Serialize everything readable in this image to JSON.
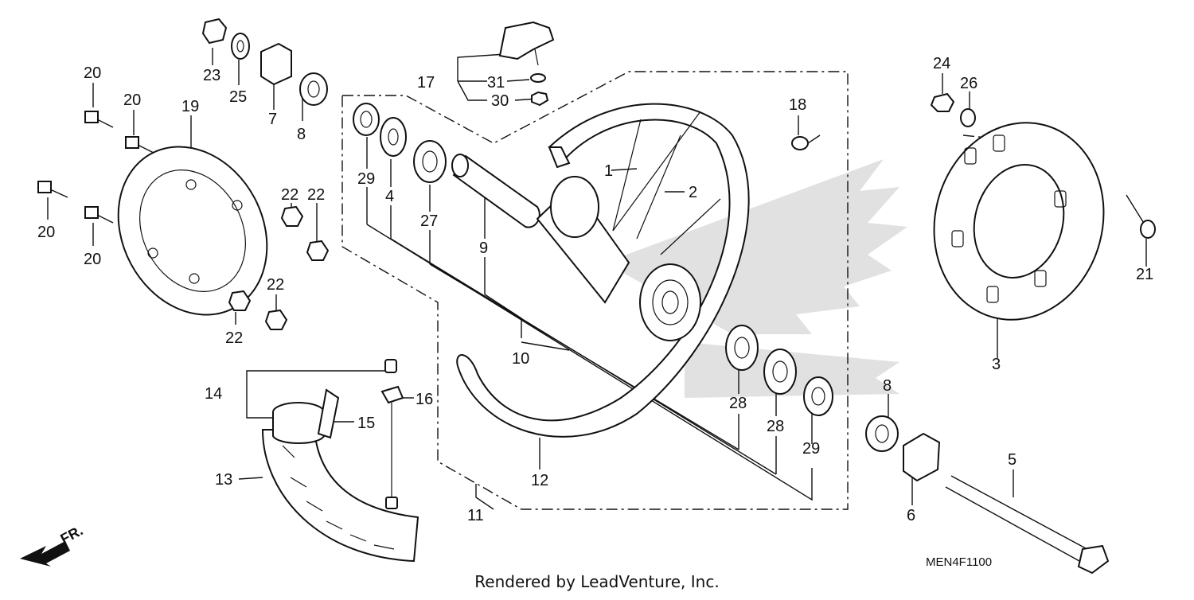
{
  "callouts": {
    "c1": "1",
    "c2": "2",
    "c3": "3",
    "c4": "4",
    "c5": "5",
    "c6": "6",
    "c7": "7",
    "c8a": "8",
    "c8b": "8",
    "c9": "9",
    "c10": "10",
    "c11": "11",
    "c12": "12",
    "c13": "13",
    "c14": "14",
    "c15": "15",
    "c16": "16",
    "c17": "17",
    "c18": "18",
    "c19": "19",
    "c20a": "20",
    "c20b": "20",
    "c20c": "20",
    "c20d": "20",
    "c21": "21",
    "c22a": "22",
    "c22b": "22",
    "c22c": "22",
    "c22d": "22",
    "c23": "23",
    "c24": "24",
    "c25": "25",
    "c26": "26",
    "c27": "27",
    "c28a": "28",
    "c28b": "28",
    "c29a": "29",
    "c29b": "29",
    "c30": "30",
    "c31": "31"
  },
  "diagram_code": "MEN4F1100",
  "direction_label": "FR.",
  "footer": "Rendered by LeadVenture, Inc."
}
